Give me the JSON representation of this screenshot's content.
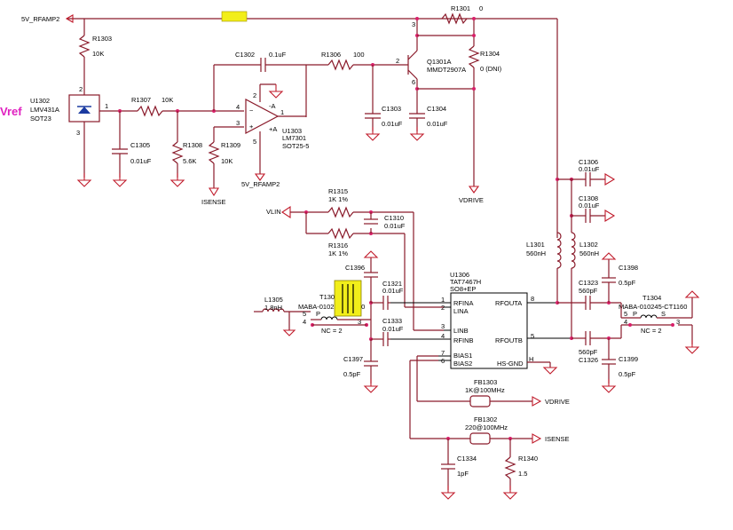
{
  "nets": {
    "rail_5v": "5V_RFAMP2",
    "vdrive": "VDRIVE",
    "isense": "ISENSE",
    "vlin": "VLIN",
    "vref": "Vref",
    "rail_5v_2": "5V_RFAMP2"
  },
  "r1301": {
    "ref": "R1301",
    "val": "0"
  },
  "r1303": {
    "ref": "R1303",
    "val": "10K"
  },
  "u1302": {
    "ref": "U1302",
    "part": "LMV431A",
    "pkg": "SOT23"
  },
  "r1307": {
    "ref": "R1307",
    "val": "10K"
  },
  "c1305": {
    "ref": "C1305",
    "val": "0.01uF"
  },
  "r1308": {
    "ref": "R1308",
    "val": "5.6K"
  },
  "r1309": {
    "ref": "R1309",
    "val": "10K"
  },
  "c1302": {
    "ref": "C1302",
    "val": "0.1uF"
  },
  "r1306": {
    "ref": "R1306",
    "val": "100"
  },
  "u1303": {
    "ref": "U1303",
    "part": "LM7301",
    "pkg": "SOT25-5"
  },
  "q1301": {
    "ref": "Q1301A",
    "part": "MMDT2907A"
  },
  "r1304": {
    "ref": "R1304",
    "val": "0 (DNI)"
  },
  "c1303": {
    "ref": "C1303",
    "val": "0.01uF"
  },
  "c1304": {
    "ref": "C1304",
    "val": "0.01uF"
  },
  "r1315": {
    "ref": "R1315",
    "val": "1K  1%"
  },
  "r1316": {
    "ref": "R1316",
    "val": "1K  1%"
  },
  "c1310": {
    "ref": "C1310",
    "val": "0.01uF"
  },
  "c1306": {
    "ref": "C1306",
    "val": "0.01uF"
  },
  "c1308": {
    "ref": "C1308",
    "val": "0.01uF"
  },
  "l1301": {
    "ref": "L1301",
    "val": "560nH"
  },
  "l1302": {
    "ref": "L1302",
    "val": "560nH"
  },
  "c1396": {
    "ref": "C1396"
  },
  "c1321": {
    "ref": "C1321",
    "val": "0.01uF"
  },
  "c1333": {
    "ref": "C1333",
    "val": "0.01uF"
  },
  "c1397": {
    "ref": "C1397",
    "val": "0.5pF"
  },
  "l1305": {
    "ref": "L1305",
    "val": "1.8nH"
  },
  "t1303": {
    "ref": "T130",
    "part": "MABA-0102",
    "nc": "NC = 2",
    "extra": "50"
  },
  "u1306": {
    "ref": "U1306",
    "part": "TAT7467H",
    "pkg": "SO8+EP",
    "pins": {
      "rfina": "RFINA",
      "lina": "LINA",
      "linb": "LINB",
      "rfinb": "RFINB",
      "bias1": "BIAS1",
      "bias2": "BIAS2",
      "rfouta": "RFOUTA",
      "rfoutb": "RFOUTB",
      "hsgnd": "HS-GND",
      "h": "H"
    }
  },
  "c1398": {
    "ref": "C1398",
    "val": "0.5pF"
  },
  "c1323": {
    "ref": "C1323",
    "val": "560pF"
  },
  "c1326": {
    "ref": "C1326",
    "val": "560pF"
  },
  "c1399": {
    "ref": "C1399",
    "val": "0.5pF"
  },
  "t1304": {
    "ref": "T1304",
    "part": "MABA-010245-CT1160",
    "nc": "NC = 2"
  },
  "fb1303": {
    "ref": "FB1303",
    "val": "1K@100MHz"
  },
  "fb1302": {
    "ref": "FB1302",
    "val": "220@100MHz"
  },
  "c1334": {
    "ref": "C1334",
    "val": "1pF"
  },
  "r1340": {
    "ref": "R1340",
    "val": "1.5"
  },
  "pins": {
    "p1": "1",
    "p2": "2",
    "p3": "3",
    "p4": "4",
    "p5": "5",
    "p6": "6",
    "p7": "7",
    "p8": "8",
    "minusA": "-A",
    "plusA": "+A",
    "P": "P",
    "S": "S"
  },
  "colors": {
    "wire": "#8a1a2a",
    "dot": "#d8206a",
    "highlight": "#f2ee1a",
    "vref": "#e020c0"
  }
}
